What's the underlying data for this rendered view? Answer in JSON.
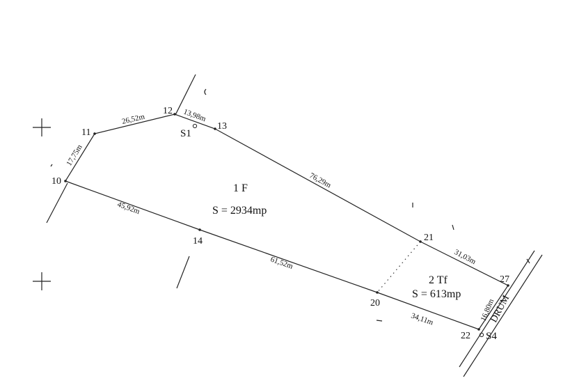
{
  "points": {
    "p10": "10",
    "p11": "11",
    "p12": "12",
    "p13": "13",
    "p14": "14",
    "p20": "20",
    "p21": "21",
    "p22": "22",
    "p27": "27"
  },
  "stations": {
    "s1": "S1",
    "s4": "S4"
  },
  "dimensions": {
    "d10_11": "17,75m",
    "d11_12": "26,52m",
    "d12_13": "13,98m",
    "d13_21": "76,29m",
    "d10_14": "45,92m",
    "d14_20": "61,52m",
    "d21_27": "31,03m",
    "d20_22": "34,11m",
    "d22_27": "16,80m"
  },
  "parcels": {
    "parcel1": {
      "name": "1 F",
      "area": "S = 2934mp"
    },
    "parcel2": {
      "name": "2 Tf",
      "area": "S = 613mp"
    }
  },
  "road_label": "DRUM"
}
